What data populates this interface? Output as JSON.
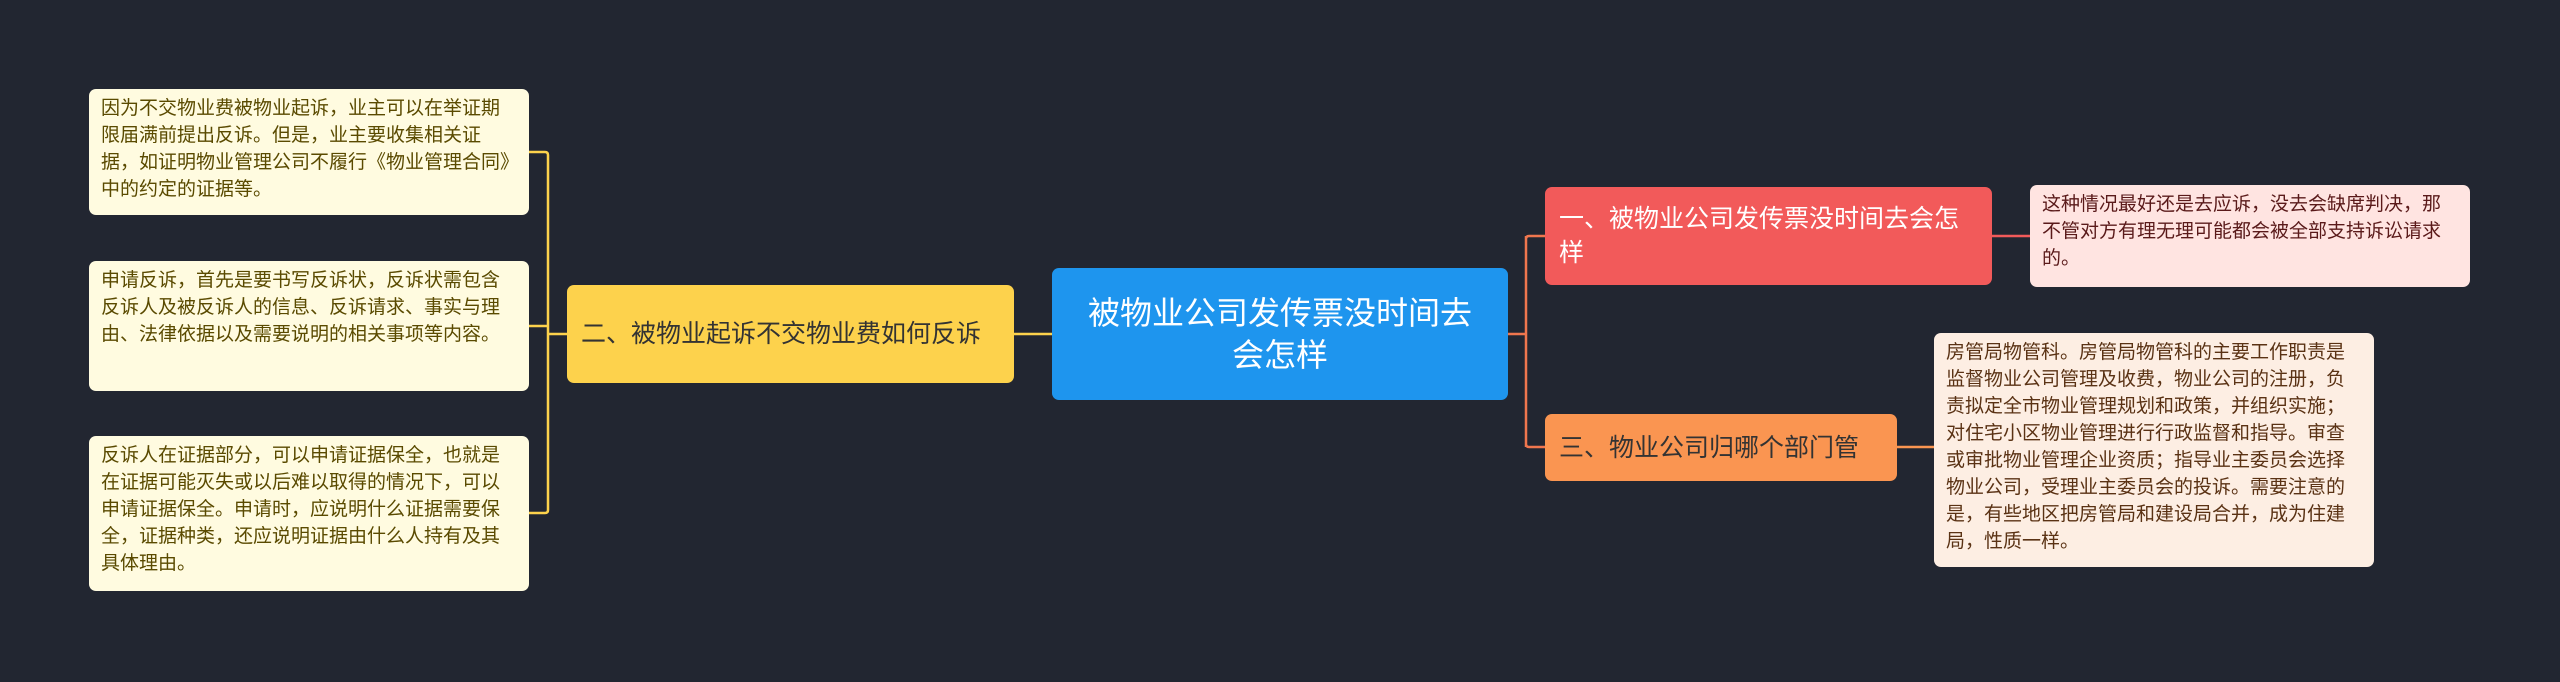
{
  "colors": {
    "background": "#222631",
    "center": "#1e95ee",
    "branch_left": "#fdd24c",
    "branch_right_1": "#f25a5a",
    "branch_right_2": "#fa9551"
  },
  "mindmap": {
    "center": {
      "text": "被物业公司发传票没时间去会怎样"
    },
    "left_branch": {
      "text": "二、被物业起诉不交物业费如何反诉",
      "leaves": [
        {
          "text": "因为不交物业费被物业起诉，业主可以在举证期限届满前提出反诉。但是，业主要收集相关证据，如证明物业管理公司不履行《物业管理合同》中的约定的证据等。"
        },
        {
          "text": "申请反诉，首先是要书写反诉状，反诉状需包含反诉人及被反诉人的信息、反诉请求、事实与理由、法律依据以及需要说明的相关事项等内容。"
        },
        {
          "text": "反诉人在证据部分，可以申请证据保全，也就是在证据可能灭失或以后难以取得的情况下，可以申请证据保全。申请时，应说明什么证据需要保全，证据种类，还应说明证据由什么人持有及其具体理由。"
        }
      ]
    },
    "right_branches": [
      {
        "text": "一、被物业公司发传票没时间去会怎样",
        "leaf": {
          "text": "这种情况最好还是去应诉，没去会缺席判决，那不管对方有理无理可能都会被全部支持诉讼请求的。"
        }
      },
      {
        "text": "三、物业公司归哪个部门管",
        "leaf": {
          "text": "房管局物管科。房管局物管科的主要工作职责是监督物业公司管理及收费，物业公司的注册，负责拟定全市物业管理规划和政策，并组织实施；对住宅小区物业管理进行行政监督和指导。审查或审批物业管理企业资质；指导业主委员会选择物业公司，受理业主委员会的投诉。需要注意的是，有些地区把房管局和建设局合并，成为住建局，性质一样。"
        }
      }
    ]
  }
}
